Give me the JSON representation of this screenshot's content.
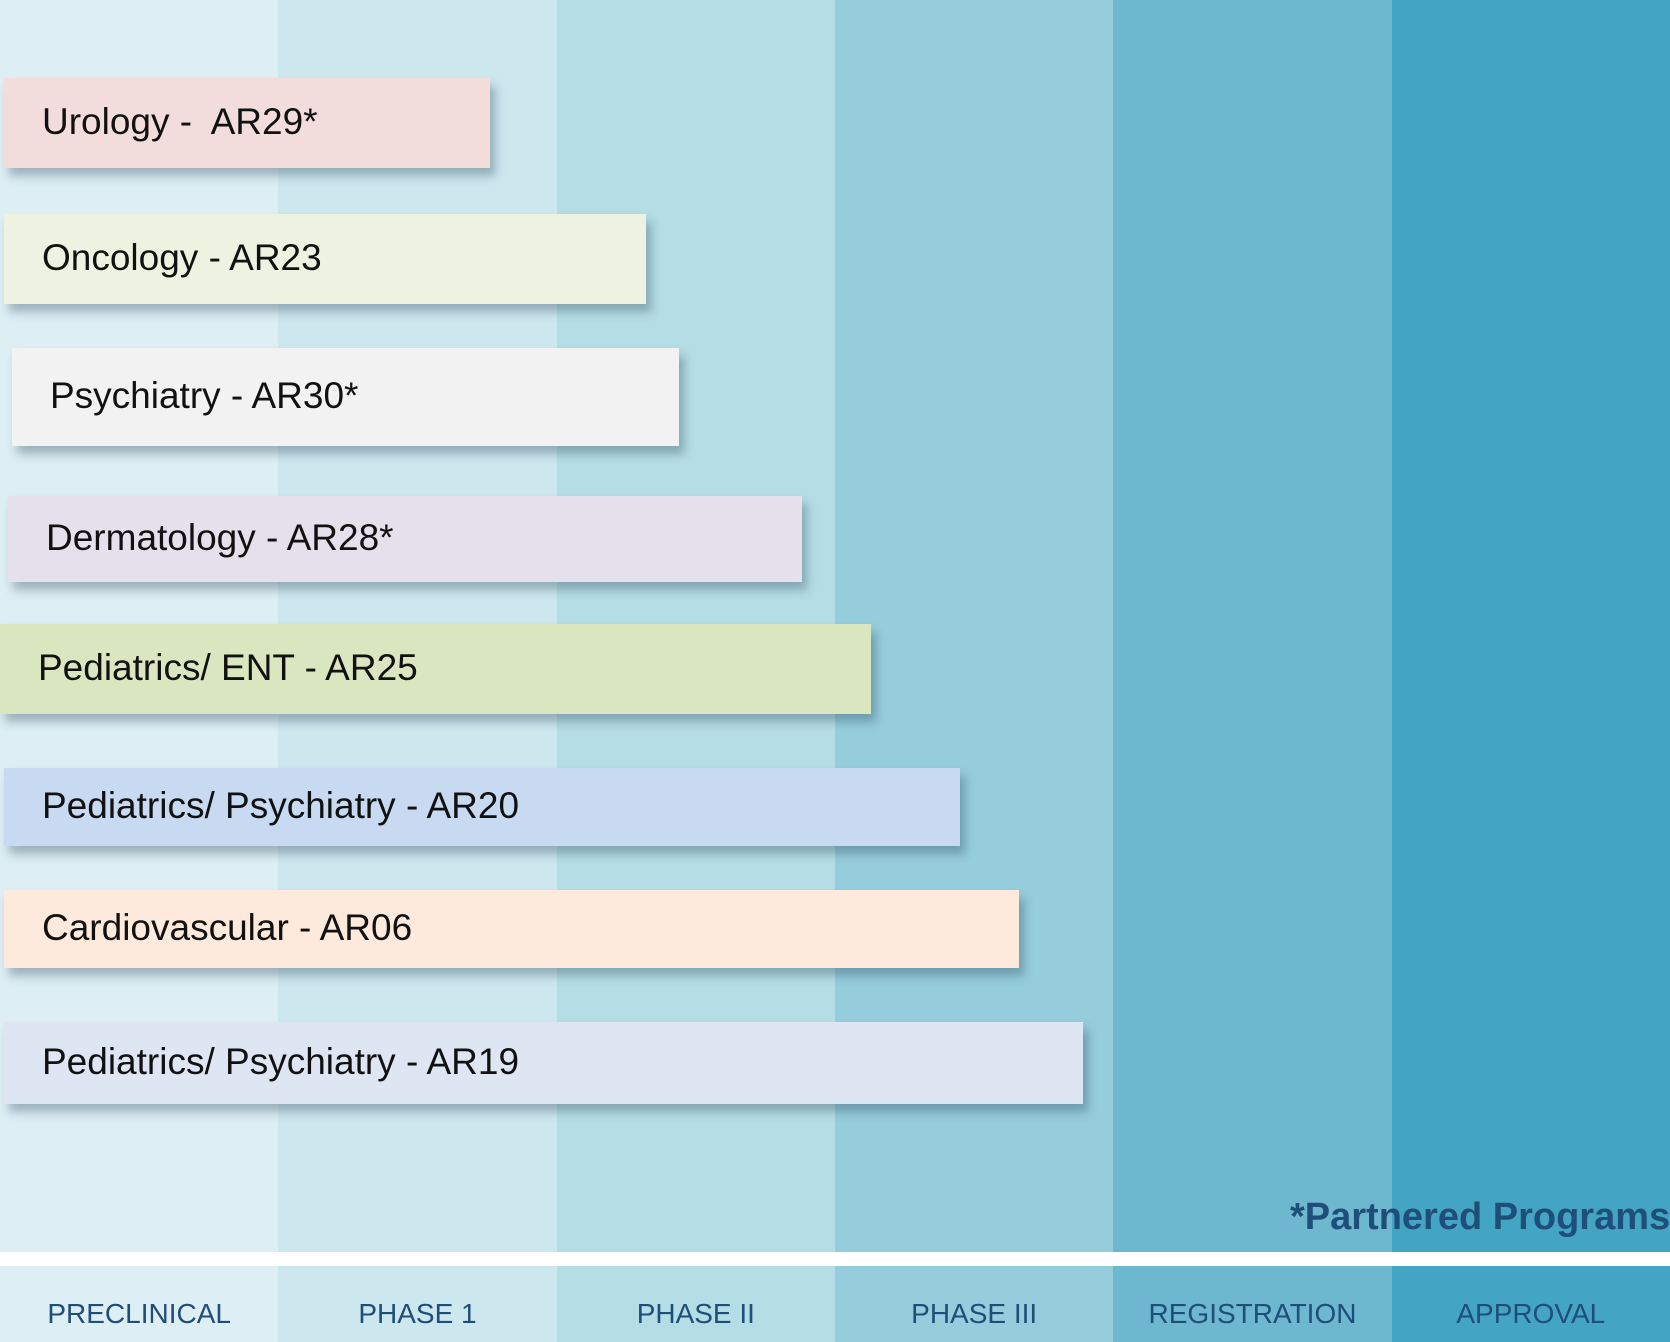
{
  "chart_data": {
    "type": "bar",
    "orientation": "horizontal",
    "title": "",
    "xlabel": "",
    "ylabel": "",
    "x_categories": [
      "PRECLINICAL",
      "PHASE 1",
      "PHASE II",
      "PHASE III",
      "REGISTRATION",
      "APPROVAL"
    ],
    "xlim": [
      0,
      6
    ],
    "grid": false,
    "categories": [
      "Urology -  AR29*",
      "Oncology - AR23",
      "Psychiatry - AR30*",
      "Dermatology - AR28*",
      "Pediatrics/ ENT - AR25",
      "Pediatrics/ Psychiatry - AR20",
      "Cardiovascular - AR06",
      "Pediatrics/ Psychiatry - AR19"
    ],
    "values": [
      1.76,
      2.32,
      2.44,
      2.88,
      3.13,
      3.45,
      3.66,
      3.89
    ],
    "colors": {
      "phase_columns": [
        "#ddeef4",
        "#cde7ef",
        "#b5dde6",
        "#95cddc",
        "#6db8cf",
        "#43a5c3"
      ],
      "bars": [
        "#f3dcdc",
        "#eef2e0",
        "#f2f2f2",
        "#e6e0ed",
        "#dae6c0",
        "#c8daf1",
        "#feeadc",
        "#dde6f2"
      ],
      "axis_text": "#1f4e79"
    },
    "annotation": "*Partnered Programs"
  }
}
